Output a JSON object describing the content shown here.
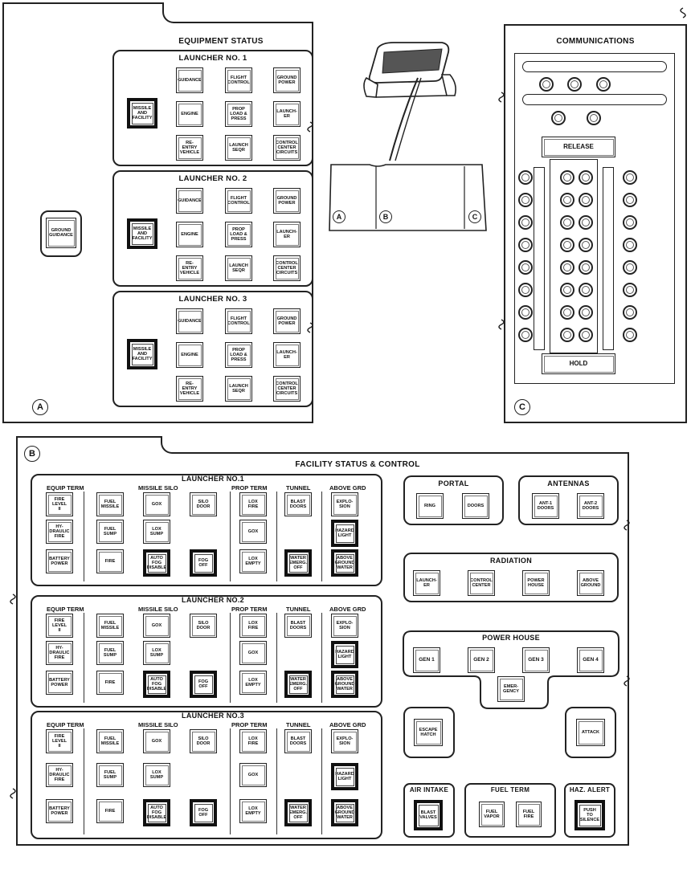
{
  "panel_a": {
    "marker": "A",
    "title": "EQUIPMENT STATUS",
    "ground_guidance": "GROUND\nGUIDANCE",
    "launchers": [
      {
        "title": "LAUNCHER NO. 1",
        "missile": "MISSILE\nAND\nFACILITY",
        "buttons": [
          "GUIDANCE",
          "FLIGHT\nCONTROL",
          "GROUND\nPOWER",
          "ENGINE",
          "PROP\nLOAD &\nPRESS",
          "LAUNCH-\nER",
          "RE-\nENTRY\nVEHICLE",
          "LAUNCH\nSEQR",
          "CONTROL\nCENTER\nCIRCUITS"
        ]
      },
      {
        "title": "LAUNCHER NO. 2",
        "missile": "MISSILE\nAND\nFACILITY",
        "buttons": [
          "GUIDANCE",
          "FLIGHT\nCONTROL",
          "GROUND\nPOWER",
          "ENGINE",
          "PROP\nLOAD &\nPRESS",
          "LAUNCH-\nER",
          "RE-\nENTRY\nVEHICLE",
          "LAUNCH\nSEQR",
          "CONTROL\nCENTER\nCIRCUITS"
        ]
      },
      {
        "title": "LAUNCHER NO. 3",
        "missile": "MISSILE\nAND\nFACILITY",
        "buttons": [
          "GUIDANCE",
          "FLIGHT\nCONTROL",
          "GROUND\nPOWER",
          "ENGINE",
          "PROP\nLOAD &\nPRESS",
          "LAUNCH-\nER",
          "RE-\nENTRY\nVEHICLE",
          "LAUNCH\nSEQR",
          "CONTROL\nCENTER\nCIRCUITS"
        ]
      }
    ]
  },
  "console": {
    "markers": [
      "A",
      "B",
      "C"
    ]
  },
  "panel_c": {
    "marker": "C",
    "title": "COMMUNICATIONS",
    "release": "RELEASE",
    "hold": "HOLD"
  },
  "panel_b": {
    "marker": "B",
    "title": "FACILITY STATUS & CONTROL",
    "launchers": [
      {
        "title": "LAUNCHER NO.1",
        "groups": [
          "EQUIP TERM",
          "MISSILE SILO",
          "PROP TERM",
          "TUNNEL",
          "ABOVE GRD"
        ],
        "buttons": [
          "FIRE\nLEVEL\nII",
          "FUEL\nMISSILE",
          "GOX",
          "SILO\nDOOR",
          "LOX\nFIRE",
          "BLAST\nDOORS",
          "EXPLO-\nSION",
          "HY-\nDRAULIC\nFIRE",
          "FUEL\nSUMP",
          "LOX\nSUMP",
          "GOX",
          "HAZARD\nLIGHT",
          "BATTERY\nPOWER",
          "FIRE",
          "AUTO\nFOG\nDISABLE",
          "FOG\nOFF",
          "LOX\nEMPTY",
          "WATER\nEMERG.\nOFF",
          "ABOVE\nGROUND\nWATER"
        ]
      },
      {
        "title": "LAUNCHER NO.2",
        "groups": [
          "EQUIP TERM",
          "MISSILE SILO",
          "PROP TERM",
          "TUNNEL",
          "ABOVE GRD"
        ],
        "buttons": [
          "FIRE\nLEVEL\nII",
          "FUEL\nMISSILE",
          "GOX",
          "SILO\nDOOR",
          "LOX\nFIRE",
          "BLAST\nDOORS",
          "EXPLO-\nSION",
          "HY-\nDRAULIC\nFIRE",
          "FUEL\nSUMP",
          "LOX\nSUMP",
          "GOX",
          "HAZARD\nLIGHT",
          "BATTERY\nPOWER",
          "FIRE",
          "AUTO\nFOG\nDISABLE",
          "FOG\nOFF",
          "LOX\nEMPTY",
          "WATER\nEMERG.\nOFF",
          "ABOVE\nGROUND\nWATER"
        ]
      },
      {
        "title": "LAUNCHER NO.3",
        "groups": [
          "EQUIP TERM",
          "MISSILE SILO",
          "PROP TERM",
          "TUNNEL",
          "ABOVE GRD"
        ],
        "buttons": [
          "FIRE\nLEVEL\nII",
          "FUEL\nMISSILE",
          "GOX",
          "SILO\nDOOR",
          "LOX\nFIRE",
          "BLAST\nDOORS",
          "EXPLO-\nSION",
          "HY-\nDRAULIC\nFIRE",
          "FUEL\nSUMP",
          "LOX\nSUMP",
          "GOX",
          "HAZARD\nLIGHT",
          "BATTERY\nPOWER",
          "FIRE",
          "AUTO\nFOG\nDISABLE",
          "FOG\nOFF",
          "LOX\nEMPTY",
          "WATER\nEMERG.\nOFF",
          "ABOVE\nGROUND\nWATER"
        ]
      }
    ],
    "portal": {
      "title": "PORTAL",
      "buttons": [
        "RING",
        "DOORS"
      ]
    },
    "antennas": {
      "title": "ANTENNAS",
      "buttons": [
        "ANT-1\nDOORS",
        "ANT-2\nDOORS"
      ]
    },
    "radiation": {
      "title": "RADIATION",
      "buttons": [
        "LAUNCH-\nER",
        "CONTROL\nCENTER",
        "POWER\nHOUSE",
        "ABOVE\nGROUND"
      ]
    },
    "power_house": {
      "title": "POWER HOUSE",
      "buttons": [
        "GEN 1",
        "GEN 2",
        "GEN 3",
        "GEN 4"
      ],
      "emergency": "EMER-\nGENCY"
    },
    "escape_hatch": "ESCAPE\nHATCH",
    "attack": "ATTACK",
    "air_intake": {
      "title": "AIR INTAKE",
      "button": "BLAST\nVALVES"
    },
    "fuel_term": {
      "title": "FUEL TERM",
      "buttons": [
        "FUEL\nVAPOR",
        "FUEL\nFIRE"
      ]
    },
    "haz_alert": {
      "title": "HAZ. ALERT",
      "button": "PUSH\nTO\nSILENCE"
    }
  }
}
